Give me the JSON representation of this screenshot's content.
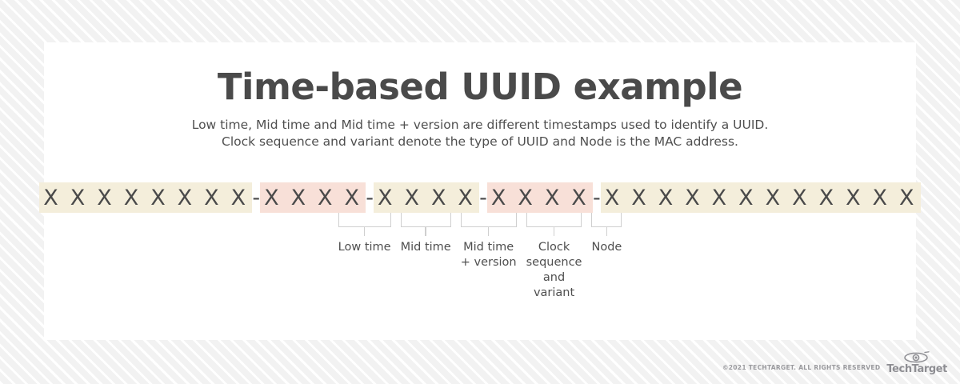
{
  "title": "Time-based UUID example",
  "subtitle": {
    "line1": "Low time, Mid time and Mid time + version are different timestamps used to identify a UUID.",
    "line2": "Clock sequence and variant denote the type of UUID and Node is the MAC address."
  },
  "separator": "-",
  "colors": {
    "cream": "#f4eedb",
    "pink": "#f8e0d8",
    "text": "#4a4a4a",
    "bracket": "#cfcfcf",
    "card": "#ffffff",
    "page_background": "#f7f7f7"
  },
  "segments": [
    {
      "chars": "X X X X X X X X",
      "count": 8,
      "highlight": "cream",
      "label": "Low time"
    },
    {
      "chars": "X X X X",
      "count": 4,
      "highlight": "pink",
      "label": "Mid time"
    },
    {
      "chars": "X X X X",
      "count": 4,
      "highlight": "cream",
      "label": "Mid time\n+ version"
    },
    {
      "chars": "X X X X",
      "count": 4,
      "highlight": "pink",
      "label": "Clock\nsequence\nand\nvariant"
    },
    {
      "chars": "X X X X X X X X X X X X",
      "count": 12,
      "highlight": "cream",
      "label": "Node"
    }
  ],
  "footer": {
    "copyright": "©2021 TECHTARGET. ALL RIGHTS RESERVED",
    "logo_word": "TechTarget",
    "logo_icon": "eye-icon"
  }
}
